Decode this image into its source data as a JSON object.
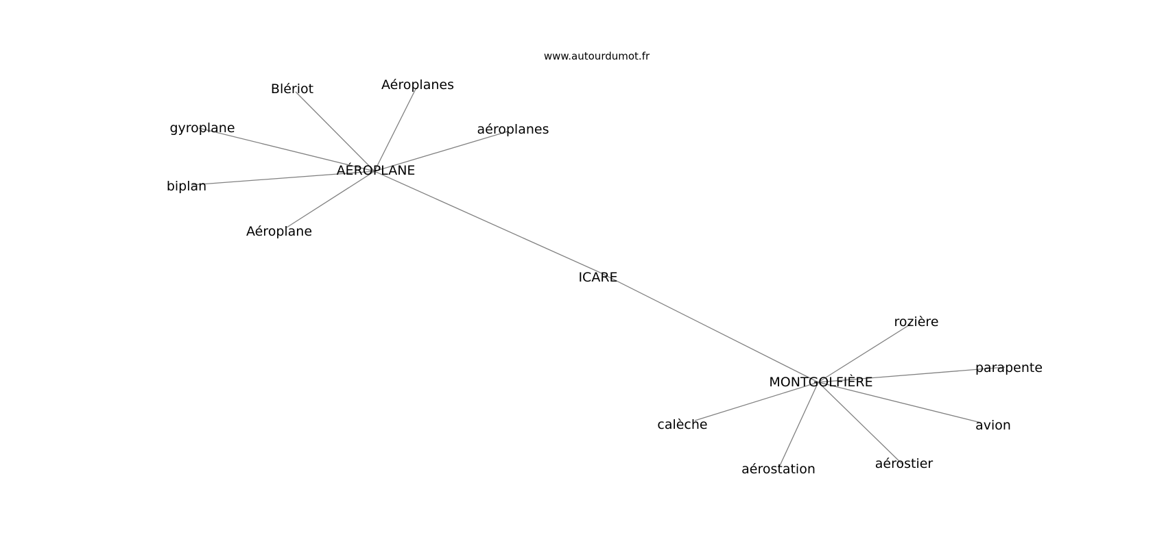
{
  "watermark": "www.autourdumot.fr",
  "nodes": [
    {
      "id": "icare",
      "label": "ICARE"
    },
    {
      "id": "aeroplane_hub",
      "label": "AÉROPLANE"
    },
    {
      "id": "montgolfiere_hub",
      "label": "MONTGOLFIÈRE"
    },
    {
      "id": "bleriot",
      "label": "Blériot"
    },
    {
      "id": "aeroplanes_cap",
      "label": "Aéroplanes"
    },
    {
      "id": "aeroplanes_low",
      "label": "aéroplanes"
    },
    {
      "id": "gyroplane",
      "label": "gyroplane"
    },
    {
      "id": "biplan",
      "label": "biplan"
    },
    {
      "id": "aeroplane_cap",
      "label": "Aéroplane"
    },
    {
      "id": "roziere",
      "label": "rozière"
    },
    {
      "id": "parapente",
      "label": "parapente"
    },
    {
      "id": "avion",
      "label": "avion"
    },
    {
      "id": "aerostier",
      "label": "aérostier"
    },
    {
      "id": "aerostation",
      "label": "aérostation"
    },
    {
      "id": "caleche",
      "label": "calèche"
    }
  ],
  "edges": [
    [
      "aeroplane_hub",
      "icare"
    ],
    [
      "icare",
      "montgolfiere_hub"
    ],
    [
      "aeroplane_hub",
      "bleriot"
    ],
    [
      "aeroplane_hub",
      "aeroplanes_cap"
    ],
    [
      "aeroplane_hub",
      "aeroplanes_low"
    ],
    [
      "aeroplane_hub",
      "gyroplane"
    ],
    [
      "aeroplane_hub",
      "biplan"
    ],
    [
      "aeroplane_hub",
      "aeroplane_cap"
    ],
    [
      "montgolfiere_hub",
      "roziere"
    ],
    [
      "montgolfiere_hub",
      "parapente"
    ],
    [
      "montgolfiere_hub",
      "avion"
    ],
    [
      "montgolfiere_hub",
      "aerostier"
    ],
    [
      "montgolfiere_hub",
      "aerostation"
    ],
    [
      "montgolfiere_hub",
      "caleche"
    ]
  ]
}
